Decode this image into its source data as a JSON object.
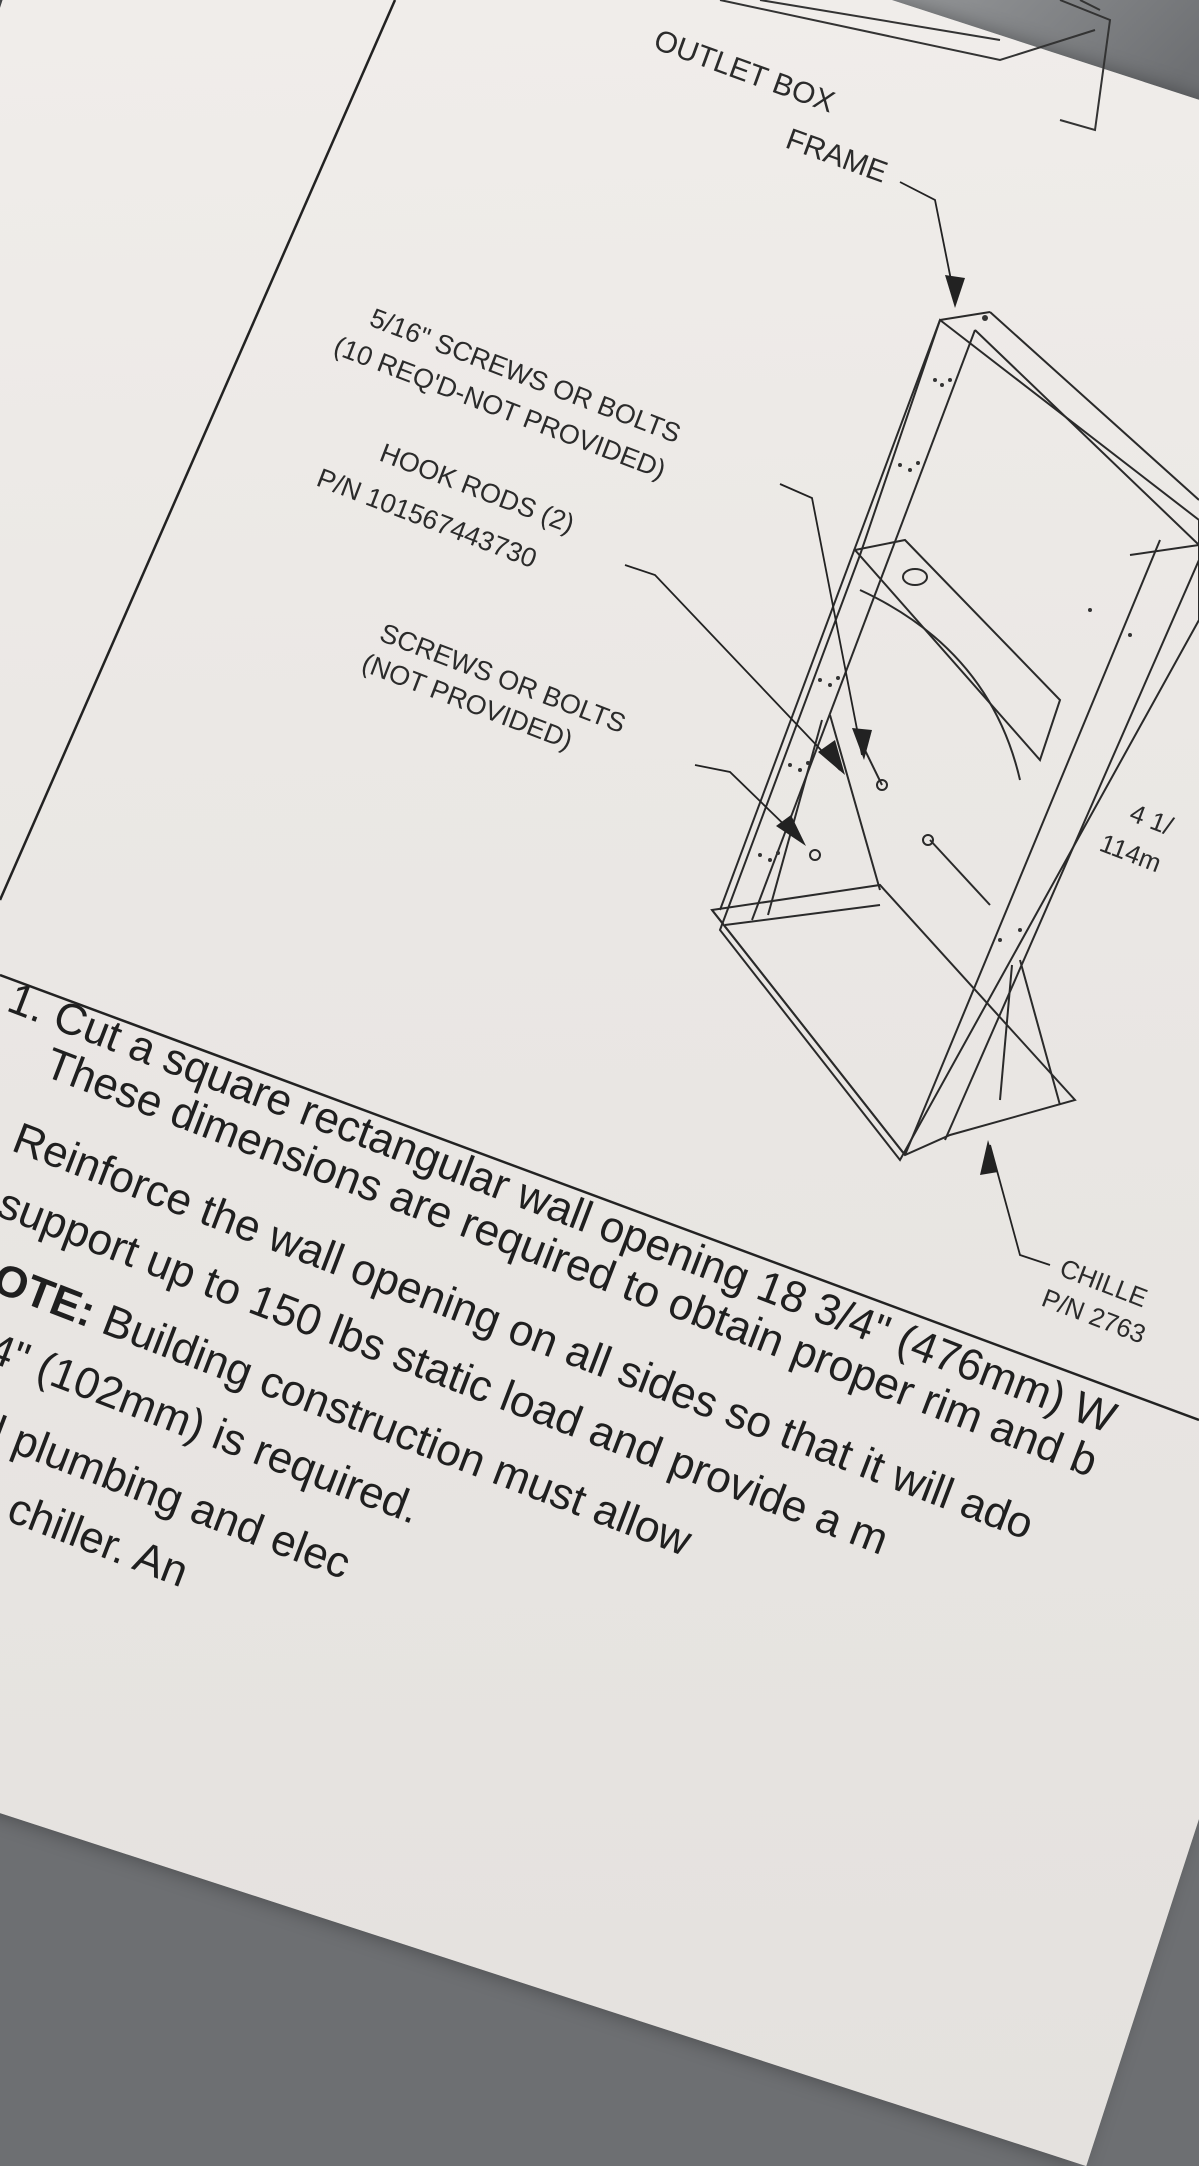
{
  "labels": {
    "outlet_box": "OUTLET BOX",
    "frame": "FRAME",
    "screws1_line1": "5/16\" SCREWS OR BOLTS",
    "screws1_line2": "(10 REQ'D-NOT PROVIDED)",
    "hook_line1": "HOOK RODS (2)",
    "hook_line2": "P/N 101567443730",
    "screws2_line1": "SCREWS OR BOLTS",
    "screws2_line2": "(NOT PROVIDED)",
    "dim_line1": "4 1/",
    "dim_line2": "114m",
    "chiller_line1": "CHILLE",
    "chiller_line2": "P/N 2763"
  },
  "instructions": {
    "l1": "1.  Cut a square rectangular wall opening 18 3/4\" (476mm) W",
    "l2": "These dimensions are required to obtain proper rim and b",
    "l3": "Reinforce the wall opening on all sides so that it will ado",
    "l4": "support up to 150 lbs static load and provide a m",
    "l5_bold": "OTE:",
    "l5_rest": " Building construction must allow",
    "l6": "4\" (102mm) is required.",
    "l7": "ll plumbing and elec",
    "l8": "chiller. An"
  }
}
